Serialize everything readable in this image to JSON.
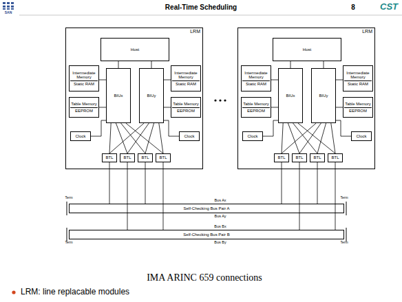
{
  "diagram": {
    "title": "Real-Time Scheduling",
    "caption": "IMA ARINC 659 connections",
    "nodes": [
      {
        "text": [
          "LRM"
        ]
      },
      {
        "text": [
          "Host"
        ],
        "in": 0
      },
      {
        "text": [
          "Intermediate Memory",
          "Static RAM"
        ],
        "in": 0
      },
      {
        "text": [
          "Intermediate Memory",
          "Static RAM"
        ],
        "in": 0
      },
      {
        "text": [
          "BIUx"
        ],
        "in": 0
      },
      {
        "text": [
          "BIUy"
        ],
        "in": 0
      },
      {
        "text": [
          "Table Memory",
          "EEPROM"
        ],
        "in": 0
      },
      {
        "text": [
          "Table Memory",
          "EEPROM"
        ],
        "in": 0
      },
      {
        "text": [
          "Clock"
        ],
        "in": 0
      },
      {
        "text": [
          "Clock"
        ],
        "in": 0
      },
      {
        "text": [
          "BTL"
        ],
        "in": 0
      },
      {
        "text": [
          "BTL"
        ],
        "in": 0
      },
      {
        "text": [
          "BTL"
        ],
        "in": 0
      },
      {
        "text": [
          "BTL"
        ],
        "in": 0
      },
      {
        "text": [
          "LRM"
        ]
      },
      {
        "text": [
          "Host"
        ],
        "in": 14
      },
      {
        "text": [
          "Intermediate Memory",
          "Static RAM"
        ],
        "in": 14
      },
      {
        "text": [
          "Intermediate Memory",
          "Static RAM"
        ],
        "in": 14
      },
      {
        "text": [
          "BIUx"
        ],
        "in": 14
      },
      {
        "text": [
          "BIUy"
        ],
        "in": 14
      },
      {
        "text": [
          "Table Memory",
          "EEPROM"
        ],
        "in": 14
      },
      {
        "text": [
          "Table Memory",
          "EEPROM"
        ],
        "in": 14
      },
      {
        "text": [
          "Clock"
        ],
        "in": 14
      },
      {
        "text": [
          "Clock"
        ],
        "in": 14
      },
      {
        "text": [
          "BTL"
        ],
        "in": 14
      },
      {
        "text": [
          "BTL"
        ],
        "in": 14
      },
      {
        "text": [
          "BTL"
        ],
        "in": 14
      },
      {
        "text": [
          "BTL"
        ],
        "in": 14
      },
      {
        "text": [
          "Self-Checking Bus Pair A"
        ]
      },
      {
        "text": [
          "Self-Checking Bus Pair B"
        ]
      }
    ],
    "edges": [
      {
        "from": 1,
        "to": 4,
        "arrow": "none"
      },
      {
        "from": 1,
        "to": 5,
        "arrow": "none"
      },
      {
        "from": 2,
        "to": 4,
        "arrow": "none"
      },
      {
        "from": 3,
        "to": 5,
        "arrow": "none"
      },
      {
        "from": 6,
        "to": 4,
        "arrow": "none"
      },
      {
        "from": 7,
        "to": 5,
        "arrow": "none"
      },
      {
        "from": 8,
        "to": 4,
        "arrow": "none"
      },
      {
        "from": 9,
        "to": 5,
        "arrow": "none"
      },
      {
        "from": 4,
        "to": 10,
        "arrow": "none"
      },
      {
        "from": 4,
        "to": 11,
        "arrow": "none"
      },
      {
        "from": 4,
        "to": 12,
        "arrow": "none"
      },
      {
        "from": 4,
        "to": 13,
        "arrow": "none"
      },
      {
        "from": 5,
        "to": 10,
        "arrow": "none"
      },
      {
        "from": 5,
        "to": 11,
        "arrow": "none"
      },
      {
        "from": 5,
        "to": 12,
        "arrow": "none"
      },
      {
        "from": 5,
        "to": 13,
        "arrow": "none"
      },
      {
        "from": 10,
        "to": 28,
        "arrow": "none"
      },
      {
        "from": 11,
        "to": 29,
        "arrow": "none"
      },
      {
        "from": 12,
        "to": 28,
        "arrow": "none"
      },
      {
        "from": 13,
        "to": 29,
        "arrow": "none"
      },
      {
        "from": 15,
        "to": 18,
        "arrow": "none"
      },
      {
        "from": 15,
        "to": 19,
        "arrow": "none"
      },
      {
        "from": 16,
        "to": 18,
        "arrow": "none"
      },
      {
        "from": 17,
        "to": 19,
        "arrow": "none"
      },
      {
        "from": 20,
        "to": 18,
        "arrow": "none"
      },
      {
        "from": 21,
        "to": 19,
        "arrow": "none"
      },
      {
        "from": 22,
        "to": 18,
        "arrow": "none"
      },
      {
        "from": 23,
        "to": 19,
        "arrow": "none"
      },
      {
        "from": 18,
        "to": 24,
        "arrow": "none"
      },
      {
        "from": 18,
        "to": 25,
        "arrow": "none"
      },
      {
        "from": 18,
        "to": 26,
        "arrow": "none"
      },
      {
        "from": 18,
        "to": 27,
        "arrow": "none"
      },
      {
        "from": 19,
        "to": 24,
        "arrow": "none"
      },
      {
        "from": 19,
        "to": 25,
        "arrow": "none"
      },
      {
        "from": 19,
        "to": 26,
        "arrow": "none"
      },
      {
        "from": 19,
        "to": 27,
        "arrow": "none"
      },
      {
        "from": 24,
        "to": 28,
        "arrow": "none"
      },
      {
        "from": 25,
        "to": 29,
        "arrow": "none"
      },
      {
        "from": 26,
        "to": 28,
        "arrow": "none"
      },
      {
        "from": 27,
        "to": 29,
        "arrow": "none"
      }
    ],
    "labels": [
      "SAN",
      "CST",
      "8",
      "Term",
      "Term",
      "Bus Ax",
      "Bus Ay",
      "Bus Bx",
      "Bus By",
      "Term",
      "Term",
      "LRM: line replacable modules"
    ]
  }
}
